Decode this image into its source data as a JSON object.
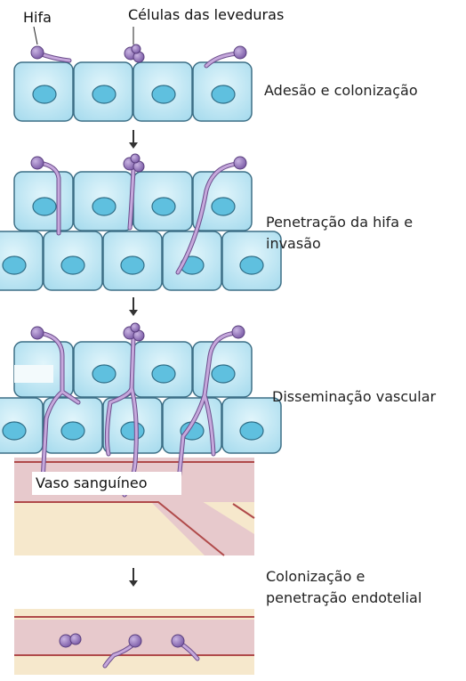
{
  "labels": {
    "hyphae": "Hifa",
    "yeast_cells": "Células das leveduras",
    "blood_vessel": "Vaso sanguíneo"
  },
  "stages": [
    {
      "line1": "Adesão e colonização",
      "line2": ""
    },
    {
      "line1": "Penetração da hifa e",
      "line2": "invasão"
    },
    {
      "line1": "Disseminação vascular",
      "line2": ""
    },
    {
      "line1": "Colonização e",
      "line2": "penetração endotelial"
    }
  ],
  "colors": {
    "cell_fill": "#bfe7f5",
    "cell_stroke": "#3d6f86",
    "nucleus": "#5fc0df",
    "hypha": "#c6a8dc",
    "hypha_stroke": "#6b4d8c",
    "yeast": "#9a7cc0",
    "vessel_wall": "#e7c9cc",
    "vessel_line": "#b04a4a",
    "lumen": "#f6e8cc"
  }
}
